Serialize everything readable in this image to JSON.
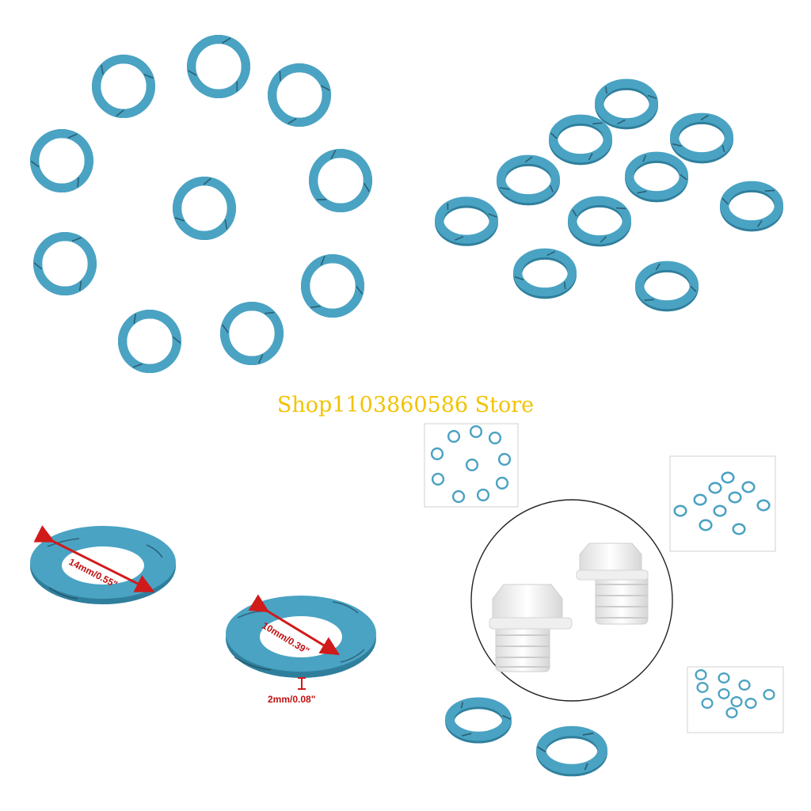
{
  "store_watermark": "Shop1103860586 Store",
  "dimensions": {
    "outer": "14mm/0.55\"",
    "inner": "10mm/0.39\"",
    "thickness": "2mm/0.08\""
  },
  "colors": {
    "washer_fill": "#4aa3c3",
    "washer_edge": "#2f7f9c",
    "washer_stroke_marks": "#1c3b48",
    "dimension_arrow": "#d11a1a",
    "dimension_text": "#c01010",
    "watermark": "#f2c200",
    "plug": "#f2f2f2",
    "circle_frame": "#222222",
    "thumbnail_border": "#d0d0d0"
  },
  "icons": {
    "washer": "washer-icon",
    "drain_plug": "drain-plug-icon",
    "dimension_arrow": "dimension-arrow-icon"
  }
}
